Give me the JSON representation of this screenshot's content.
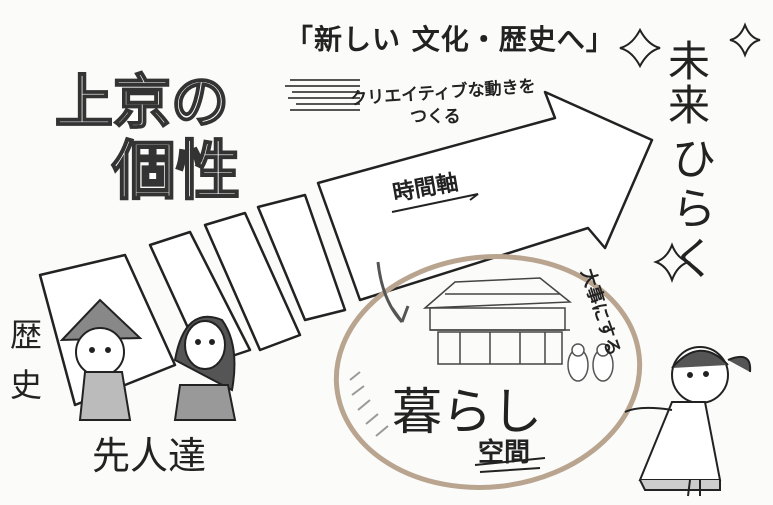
{
  "headline": "「新しい 文化・歴史へ」",
  "arrow_caption_line1": "クリエイティブな動きを",
  "arrow_caption_line2": "つくる",
  "title_line1": "上京の",
  "title_line2": "個性",
  "time_axis": "時間軸",
  "future_line1": "未来",
  "future_line2": "ひらく",
  "cherish": "大事にする",
  "history": "歴史",
  "ancestors": "先人達",
  "living": "暮らし",
  "space": "空間",
  "colors": {
    "ink": "#222222",
    "paper": "#fbfbfa",
    "loop": "#b9a58f"
  }
}
